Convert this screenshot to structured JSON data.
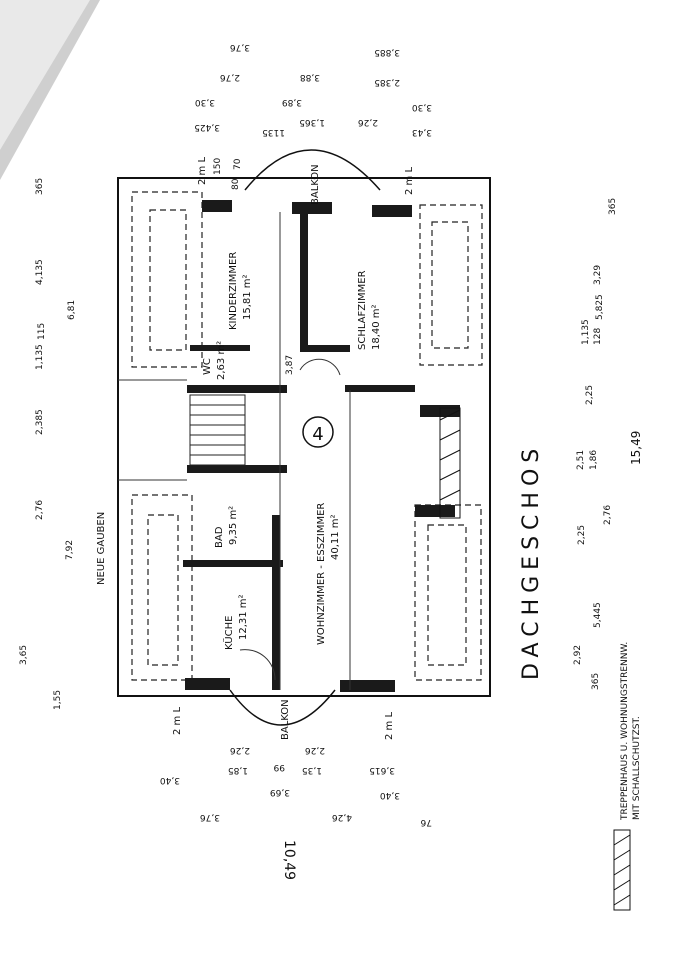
{
  "plan": {
    "floor_title": "DACHGESCHOS",
    "rooms": [
      {
        "name": "KINDERZIMMER",
        "area": "15,81 m²"
      },
      {
        "name": "SCHLAFZIMMER",
        "area": "18,40 m²"
      },
      {
        "name": "WC",
        "area": "2,63 m²"
      },
      {
        "name": "BAD",
        "area": "9,35 m²"
      },
      {
        "name": "KÜCHE",
        "area": "12,31 m²"
      },
      {
        "name": "WOHNZIMMER - ESSZIMMER",
        "area": "40,11 m²"
      }
    ],
    "balcony_top": "BALKON",
    "balcony_bottom": "BALKON",
    "unit_number": "4",
    "dormer_label": "NEUE GAUBEN",
    "stair_mark_tl": "2 m L",
    "stair_mark_tr": "2 m L",
    "stair_mark_bl": "2 m L",
    "stair_mark_br": "2 m L",
    "legend_line1": "TREPPENHAUS U. WOHNUNGSTRENNW.",
    "legend_line2": "MIT SCHALLSCHUTZST.",
    "overall_width": "10,49",
    "overall_length": "15,49",
    "dims_top_row1": [
      "3,76",
      "2,76",
      "3,88",
      "3,885"
    ],
    "dims_top_row2": [
      "3,30",
      "3,89",
      "2,385",
      "3,30"
    ],
    "dims_top_row3": [
      "3,425",
      "1135",
      "2,26",
      "1,365",
      "3,43"
    ],
    "dims_bottom_row1": [
      "3,40",
      "1,85",
      "1,35",
      "3,615"
    ],
    "dims_bottom_row2": [
      "2,26",
      "99",
      "2,26",
      "3,40"
    ],
    "dims_bottom_row3": [
      "3,76",
      "4,26",
      "76",
      "3,69"
    ],
    "dims_left": [
      "365",
      "4,135",
      "6,81",
      "1,135",
      "2,385",
      "7,92",
      "2,76",
      "1,55",
      "3,65",
      "115"
    ],
    "dims_right": [
      "365",
      "3,29",
      "5,825",
      "1,135",
      "128",
      "2,25",
      "2,51",
      "1,86",
      "2,76",
      "2,25",
      "5,445",
      "2,92",
      "365"
    ],
    "dims_inner": [
      "150",
      "80",
      "70",
      "3,87"
    ]
  }
}
